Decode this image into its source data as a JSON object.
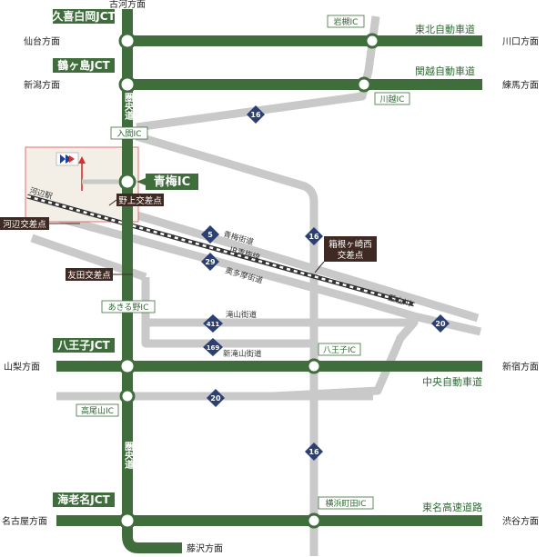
{
  "colors": {
    "expressway": "#3f6e3c",
    "local_road": "#c9c9c9",
    "shield": "#2b3f73",
    "callout": "#3e2a22",
    "railway": "#333333",
    "destination_text": "#2e6a33",
    "site_box_fill": "#f3efe6",
    "site_box_border": "#e07070"
  },
  "top_labels": {
    "furukawa": "古河方面"
  },
  "expressways": [
    {
      "name": "東北自動車道"
    },
    {
      "name": "関越自動車道"
    },
    {
      "name": "中央自動車道"
    },
    {
      "name": "東名高速道路"
    }
  ],
  "junctions": [
    {
      "name": "久喜白岡JCT"
    },
    {
      "name": "鶴ヶ島JCT"
    },
    {
      "name": "八王子JCT"
    },
    {
      "name": "海老名JCT"
    }
  ],
  "interchanges": [
    {
      "name": "岩槻IC"
    },
    {
      "name": "川越IC"
    },
    {
      "name": "入間IC"
    },
    {
      "name": "あきる野IC"
    },
    {
      "name": "八王子IC"
    },
    {
      "name": "高尾山IC"
    },
    {
      "name": "横浜町田IC"
    }
  ],
  "ome_ic": "青梅IC",
  "ken_o_do": [
    "圏央道",
    "圏央道"
  ],
  "directions": {
    "sendai": "仙台方面",
    "kawaguchi": "川口方面",
    "niigata": "新潟方面",
    "nerima": "練馬方面",
    "yamanashi": "山梨方面",
    "shinjuku": "新宿方面",
    "nagoya": "名古屋方面",
    "shibuya": "渋谷方面",
    "fujisawa": "藤沢方面"
  },
  "routes": [
    {
      "number": "16"
    },
    {
      "number": "5"
    },
    {
      "number": "29"
    },
    {
      "number": "411"
    },
    {
      "number": "169"
    },
    {
      "number": "20"
    },
    {
      "number": "20"
    },
    {
      "number": "16"
    },
    {
      "number": "16"
    }
  ],
  "road_names": {
    "ome_kaido": "青梅街道",
    "jr_ome_line": "JR青梅線",
    "okutama_kaido": "奥多摩街道",
    "takiyama_kaido": "滝山街道",
    "shin_takiyama_kaido": "新滝山街道",
    "to_tachikawa": "至立川",
    "kabe_station": "河辺駅"
  },
  "callouts": {
    "nogami": "野上交差点",
    "kabe": "河辺交差点",
    "tomoda": "友田交差点",
    "hakonegasaki": [
      "箱根ヶ崎西",
      "交差点"
    ]
  }
}
